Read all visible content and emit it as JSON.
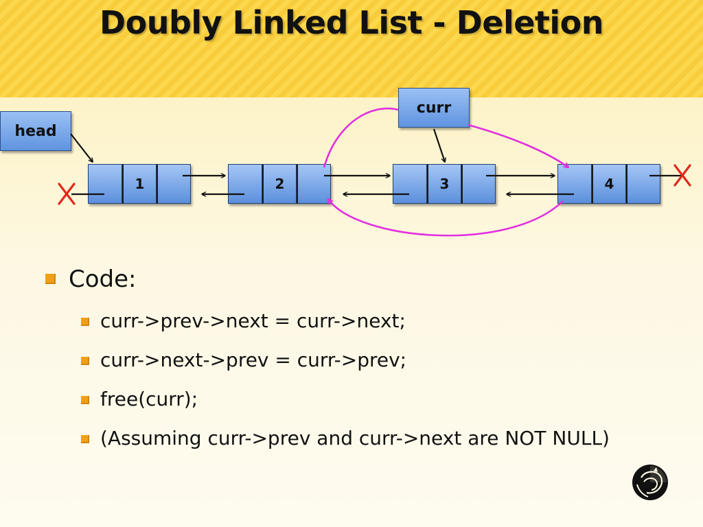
{
  "slide": {
    "title": "Doubly Linked List - Deletion"
  },
  "pointers": {
    "head": "head",
    "curr": "curr"
  },
  "nodes": [
    {
      "value": "1"
    },
    {
      "value": "2"
    },
    {
      "value": "3"
    },
    {
      "value": "4"
    }
  ],
  "bullets": {
    "main": "Code:",
    "sub": [
      "curr->prev->next = curr->next;",
      "curr->next->prev = curr->prev;",
      "free(curr);",
      "(Assuming curr->prev and curr->next are NOT NULL)"
    ]
  },
  "colors": {
    "relink_arrow": "#e22ee0",
    "null_mark": "#e0281a",
    "bullet": "#f0a018",
    "node_fill": "#6f9fe6"
  }
}
